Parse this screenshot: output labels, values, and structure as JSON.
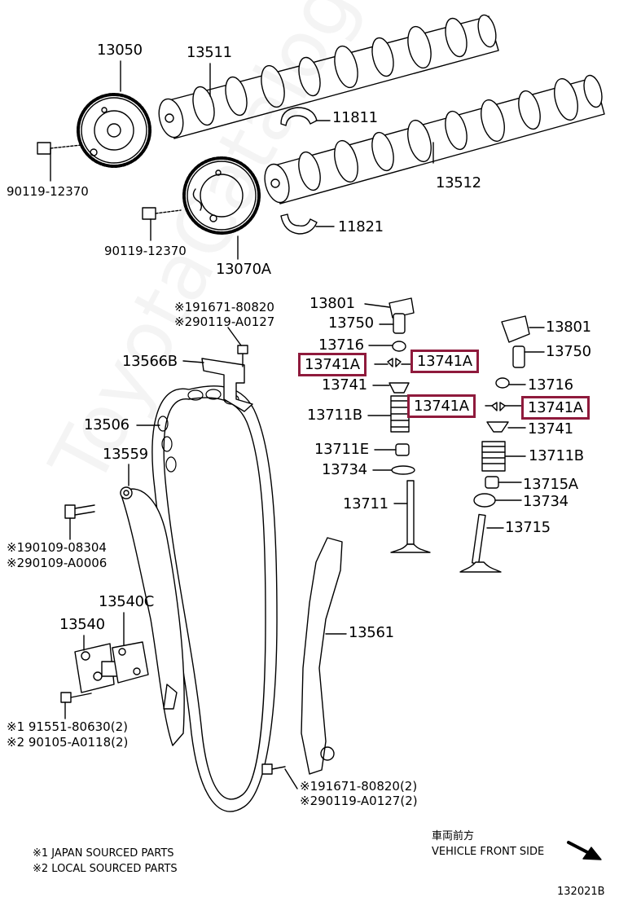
{
  "watermark": "ToyotaCatalogue.ru",
  "labels": {
    "p13050": "13050",
    "p13511": "13511",
    "p11811": "11811",
    "p13512": "13512",
    "p11821": "11821",
    "p13070a": "13070A",
    "bolt_top": "90119-12370",
    "bolt_mid": "90119-12370",
    "bolt_566_l1": "※191671-80820",
    "bolt_566_l2": "※290119-A0127",
    "p13566b": "13566B",
    "p13506": "13506",
    "p13559": "13559",
    "bolt_559_l1": "※190109-08304",
    "bolt_559_l2": "※290109-A0006",
    "p13540c": "13540C",
    "p13540": "13540",
    "bolt_540_l1": "※1 91551-80630(2)",
    "bolt_540_l2": "※2 90105-A0118(2)",
    "p13561": "13561",
    "bolt_561_l1": "※191671-80820(2)",
    "bolt_561_l2": "※290119-A0127(2)",
    "l13801": "13801",
    "l13750": "13750",
    "l13716": "13716",
    "l13741a_1": "13741A",
    "l13741a_2": "13741A",
    "l13741": "13741",
    "l13711b": "13711B",
    "l13711e": "13711E",
    "l13734": "13734",
    "l13711": "13711",
    "r13801": "13801",
    "r13750": "13750",
    "r13716": "13716",
    "r13741a_1": "13741A",
    "r13741a_2": "13741A",
    "r13741": "13741",
    "r13711b": "13711B",
    "r13715a": "13715A",
    "r13734": "13734",
    "r13715": "13715"
  },
  "notes": {
    "japan": "※1 JAPAN SOURCED PARTS",
    "local": "※2 LOCAL SOURCED PARTS",
    "front_jp": "車両前方",
    "front_en": "VEHICLE FRONT SIDE",
    "figure_no": "132021B"
  },
  "colors": {
    "highlight": "#8f1a3c",
    "line": "#000000"
  }
}
